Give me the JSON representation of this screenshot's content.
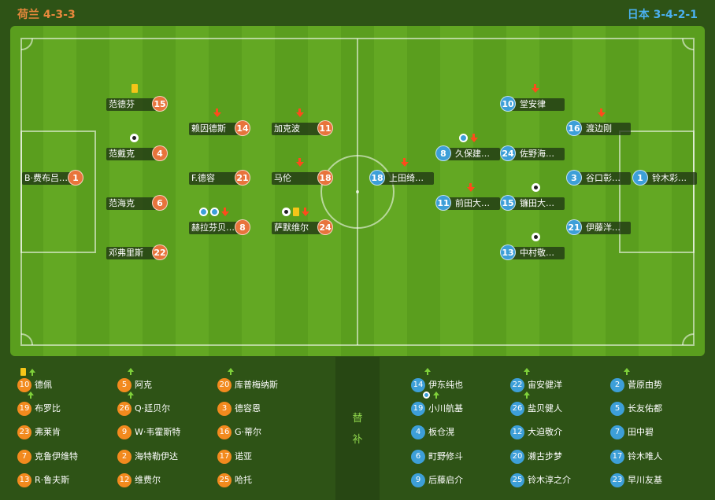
{
  "home": {
    "title": "荷兰 4-3-3"
  },
  "away": {
    "title": "日本 3-4-2-1"
  },
  "subs_label": [
    "替",
    "补"
  ],
  "home_players": [
    {
      "num": "1",
      "name": "B·费布吕…",
      "events": []
    },
    {
      "num": "15",
      "name": "范德芬",
      "events": [
        "yellow-card"
      ]
    },
    {
      "num": "4",
      "name": "范戴克",
      "events": [
        "goal"
      ]
    },
    {
      "num": "6",
      "name": "范海克",
      "events": []
    },
    {
      "num": "22",
      "name": "邓弗里斯",
      "events": []
    },
    {
      "num": "14",
      "name": "赖因德斯",
      "events": [
        "sub-out"
      ]
    },
    {
      "num": "21",
      "name": "F.德容",
      "events": []
    },
    {
      "num": "8",
      "name": "赫拉芬贝…",
      "events": [
        "own-goal",
        "own-goal",
        "sub-out"
      ]
    },
    {
      "num": "11",
      "name": "加克波",
      "events": [
        "sub-out"
      ]
    },
    {
      "num": "18",
      "name": "马伦",
      "events": [
        "sub-out"
      ]
    },
    {
      "num": "24",
      "name": "萨默维尔",
      "events": [
        "goal",
        "yellow-card",
        "sub-out"
      ]
    }
  ],
  "away_players": [
    {
      "num": "10",
      "name": "堂安律",
      "events": [
        "sub-out"
      ]
    },
    {
      "num": "16",
      "name": "渡边刚",
      "events": [
        "sub-out"
      ]
    },
    {
      "num": "8",
      "name": "久保建…",
      "events": [
        "own-goal",
        "sub-out"
      ]
    },
    {
      "num": "24",
      "name": "佐野海…",
      "events": []
    },
    {
      "num": "18",
      "name": "上田绮…",
      "events": [
        "sub-out"
      ]
    },
    {
      "num": "3",
      "name": "谷口彰…",
      "events": []
    },
    {
      "num": "1",
      "name": "铃木彩…",
      "events": []
    },
    {
      "num": "11",
      "name": "前田大…",
      "events": [
        "sub-out"
      ]
    },
    {
      "num": "15",
      "name": "镰田大…",
      "events": [
        "goal"
      ]
    },
    {
      "num": "21",
      "name": "伊藤洋…",
      "events": []
    },
    {
      "num": "13",
      "name": "中村敬…",
      "events": [
        "goal"
      ]
    }
  ],
  "home_subs": [
    {
      "num": "10",
      "name": "德佩",
      "events": [
        "yellow-card",
        "sub-in"
      ]
    },
    {
      "num": "5",
      "name": "阿克",
      "events": [
        "sub-in"
      ]
    },
    {
      "num": "20",
      "name": "库普梅纳斯",
      "events": [
        "sub-in"
      ]
    },
    {
      "num": "19",
      "name": "布罗比",
      "events": [
        "sub-in"
      ]
    },
    {
      "num": "26",
      "name": "Q·廷贝尔",
      "events": [
        "sub-in"
      ]
    },
    {
      "num": "3",
      "name": "德容恩",
      "events": []
    },
    {
      "num": "23",
      "name": "弗莱肯",
      "events": []
    },
    {
      "num": "9",
      "name": "W·韦霍斯特",
      "events": []
    },
    {
      "num": "16",
      "name": "G·蒂尔",
      "events": []
    },
    {
      "num": "7",
      "name": "克鲁伊维特",
      "events": []
    },
    {
      "num": "2",
      "name": "海特勒伊达",
      "events": []
    },
    {
      "num": "17",
      "name": "诺亚",
      "events": []
    },
    {
      "num": "13",
      "name": "R·鲁夫斯",
      "events": []
    },
    {
      "num": "12",
      "name": "维费尔",
      "events": []
    },
    {
      "num": "25",
      "name": "哈托",
      "events": []
    }
  ],
  "away_subs": [
    {
      "num": "14",
      "name": "伊东纯也",
      "events": [
        "sub-in"
      ]
    },
    {
      "num": "22",
      "name": "宙安健洋",
      "events": [
        "sub-in"
      ]
    },
    {
      "num": "2",
      "name": "菅原由势",
      "events": [
        "sub-in"
      ]
    },
    {
      "num": "19",
      "name": "小川航基",
      "events": [
        "own-goal",
        "sub-in"
      ]
    },
    {
      "num": "26",
      "name": "盐贝健人",
      "events": [
        "sub-in"
      ]
    },
    {
      "num": "5",
      "name": "长友佑都",
      "events": []
    },
    {
      "num": "4",
      "name": "板仓滉",
      "events": []
    },
    {
      "num": "12",
      "name": "大迫敬介",
      "events": []
    },
    {
      "num": "7",
      "name": "田中碧",
      "events": []
    },
    {
      "num": "6",
      "name": "町野修斗",
      "events": []
    },
    {
      "num": "20",
      "name": "濑古步梦",
      "events": []
    },
    {
      "num": "17",
      "name": "铃木唯人",
      "events": []
    },
    {
      "num": "9",
      "name": "后藤启介",
      "events": []
    },
    {
      "num": "25",
      "name": "铃木淳之介",
      "events": []
    },
    {
      "num": "23",
      "name": "早川友基",
      "events": []
    }
  ]
}
